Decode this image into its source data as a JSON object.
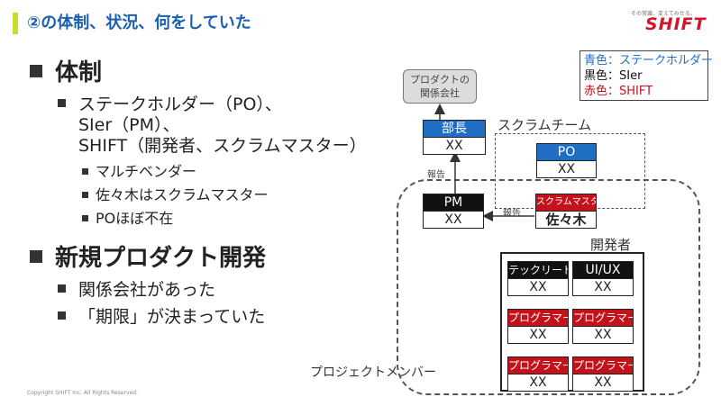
{
  "header": {
    "title": "②の体制、状況、何をしていた",
    "logo_tagline": "その常識、変えてみせる。",
    "logo_text": "SHIFT"
  },
  "legend": {
    "line1": "青色：ステークホルダー",
    "line2": "黒色：SIer",
    "line3": "赤色：SHIFT",
    "colors": {
      "blue": "#1f6ec4",
      "black": "#111111",
      "red": "#c4121b"
    }
  },
  "content": {
    "section1": {
      "heading": "体制",
      "items": [
        "ステークホルダー（PO）、",
        "SIer（PM）、",
        "SHIFT（開発者、スクラムマスター）"
      ],
      "subitems": [
        "マルチベンダー",
        "佐々木はスクラムマスター",
        "POほぼ不在"
      ]
    },
    "section2": {
      "heading": "新規プロダクト開発",
      "items": [
        "関係会社があった",
        "「期限」が決まっていた"
      ]
    }
  },
  "diagram": {
    "related_company": "プロダクトの\n関係会社",
    "scrum_team_label": "スクラムチーム",
    "project_members_label": "プロジェクトメンバー",
    "developers_label": "開発者",
    "report_label_1": "報告",
    "report_label_2": "報告",
    "bucho": {
      "role": "部長",
      "name": "XX"
    },
    "po": {
      "role": "PO",
      "name": "XX"
    },
    "pm": {
      "role": "PM",
      "name": "XX"
    },
    "scrum_master": {
      "role": "スクラムマスター",
      "name": "佐々木"
    },
    "tech_lead": {
      "role": "テックリード",
      "name": "XX"
    },
    "uiux": {
      "role": "UI/UX",
      "name": "XX"
    },
    "programmers": [
      {
        "role": "プログラマー",
        "name": "XX"
      },
      {
        "role": "プログラマー",
        "name": "XX"
      },
      {
        "role": "プログラマー",
        "name": "XX"
      },
      {
        "role": "プログラマー",
        "name": "XX"
      }
    ]
  },
  "footer": {
    "copyright": "Copyright SHIFT Inc. All Rights Reserved."
  }
}
